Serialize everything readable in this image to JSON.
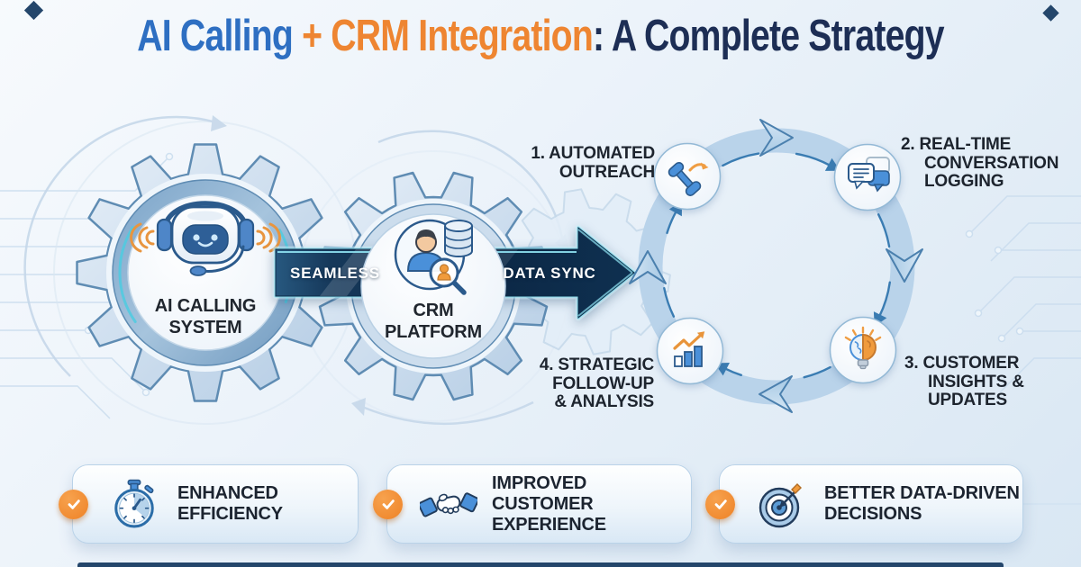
{
  "title": {
    "part1": "AI Calling ",
    "part2": "+ CRM Integration",
    "part3": ": A Complete Strategy"
  },
  "palette": {
    "title_blue": "#2e6fc2",
    "title_orange": "#ee8531",
    "title_navy": "#1d2e55",
    "arrow_navy": "#0d2a47",
    "arrow_glow_cyan": "#86dff0",
    "cycle_ring_blue": "#b9d3ea",
    "cycle_arrow_blue": "#3a7cb2",
    "badge_orange": "#ee8226",
    "gear_steel_blue": "#5f8cb3",
    "text_dark": "#1d242e"
  },
  "gears": {
    "ai": {
      "line1": "AI CALLING",
      "line2": "SYSTEM",
      "icon": "robot-headset-icon"
    },
    "crm": {
      "line1": "CRM",
      "line2": "PLATFORM",
      "icon": "crm-customer-database-icon"
    }
  },
  "sync_arrow": {
    "left_label": "SEAMLESS",
    "right_label": "DATA SYNC"
  },
  "cycle": {
    "steps": [
      {
        "line1": "1. AUTOMATED",
        "line2": "OUTREACH",
        "line3": "",
        "icon": "phone-outgoing-icon"
      },
      {
        "line1": "2. REAL-TIME",
        "line2": "CONVERSATION",
        "line3": "LOGGING",
        "icon": "chat-logging-icon"
      },
      {
        "line1": "3. CUSTOMER",
        "line2": "INSIGHTS &",
        "line3": "UPDATES",
        "icon": "insights-bulb-brain-icon"
      },
      {
        "line1": "4. STRATEGIC",
        "line2": "FOLLOW-UP",
        "line3": "& ANALYSIS",
        "icon": "growth-chart-icon"
      }
    ]
  },
  "benefits": [
    {
      "line1": "ENHANCED",
      "line2": "EFFICIENCY",
      "icon": "stopwatch-icon"
    },
    {
      "line1": "IMPROVED CUSTOMER",
      "line2": "EXPERIENCE",
      "icon": "handshake-icon"
    },
    {
      "line1": "BETTER DATA-DRIVEN",
      "line2": "DECISIONS",
      "icon": "target-arrow-icon"
    }
  ]
}
